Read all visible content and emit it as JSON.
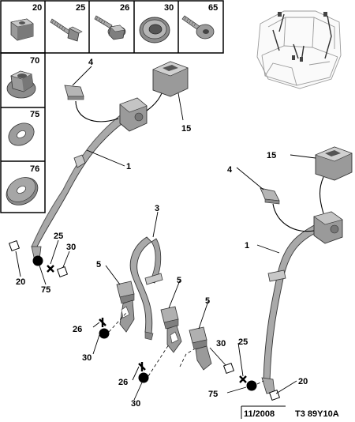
{
  "fastener_grid": {
    "top_row": [
      {
        "number": "20",
        "icon": "plastic-clip-icon"
      },
      {
        "number": "25",
        "icon": "bolt-icon"
      },
      {
        "number": "26",
        "icon": "flange-bolt-icon"
      },
      {
        "number": "30",
        "icon": "grommet-icon"
      },
      {
        "number": "65",
        "icon": "torx-screw-icon"
      }
    ],
    "left_column": [
      {
        "number": "70",
        "icon": "flange-nut-icon"
      },
      {
        "number": "75",
        "icon": "washer-icon"
      },
      {
        "number": "76",
        "icon": "spacer-washer-icon"
      }
    ]
  },
  "callouts": {
    "left_guide_cover": "4",
    "left_retractor_cover": "15",
    "left_belt": "1",
    "left_anchor_clip": "20",
    "left_anchor_washer": "75",
    "left_anchor_bolt": "25",
    "left_anchor_grommet": "30",
    "centre_belt": "3",
    "buckle_a": "5",
    "buckle_b": "5",
    "buckle_c": "5",
    "buckle_a_bolt": "26",
    "buckle_a_grommet": "30",
    "buckle_b_bolt": "26",
    "buckle_b_grommet": "30",
    "right_guide_cover": "4",
    "right_retractor_cover": "15",
    "right_belt": "1",
    "right_anchor_grommet": "30",
    "right_anchor_bolt": "25",
    "right_anchor_washer": "75",
    "right_anchor_clip": "20"
  },
  "footer": {
    "date_code": "11/2008",
    "reference": "T3 89Y10A"
  }
}
